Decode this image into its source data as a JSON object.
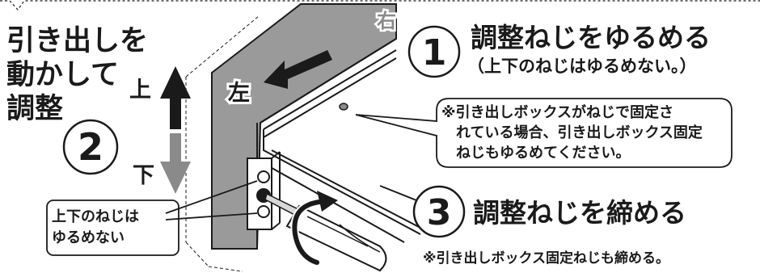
{
  "left_title": "引き出しを\n動かして\n調整",
  "direction": {
    "up": "上",
    "down": "下",
    "left": "左",
    "right": "右"
  },
  "step1": {
    "number": "1",
    "title": "調整ねじをゆるめる",
    "subtitle": "（上下のねじはゆるめない。）"
  },
  "step2": {
    "number": "2"
  },
  "step3": {
    "number": "3",
    "title": "調整ねじを締める",
    "note": "※引き出しボックス固定ねじも締める。"
  },
  "callout_box_note": "※引き出しボックスがねじで固定さ\n　れている場合、引き出しボックス固定\n　ねじもゆるめてください。",
  "callout_screws": "上下のねじは\nゆるめない",
  "colors": {
    "arrow_dark": "#1a1a1a",
    "arrow_gray": "#8a8a8a",
    "frame_gray": "#9a9a9a",
    "line": "#1a1a1a"
  },
  "icons": [
    "screwdriver-icon",
    "rotate-arrow-icon",
    "screw-icon"
  ]
}
